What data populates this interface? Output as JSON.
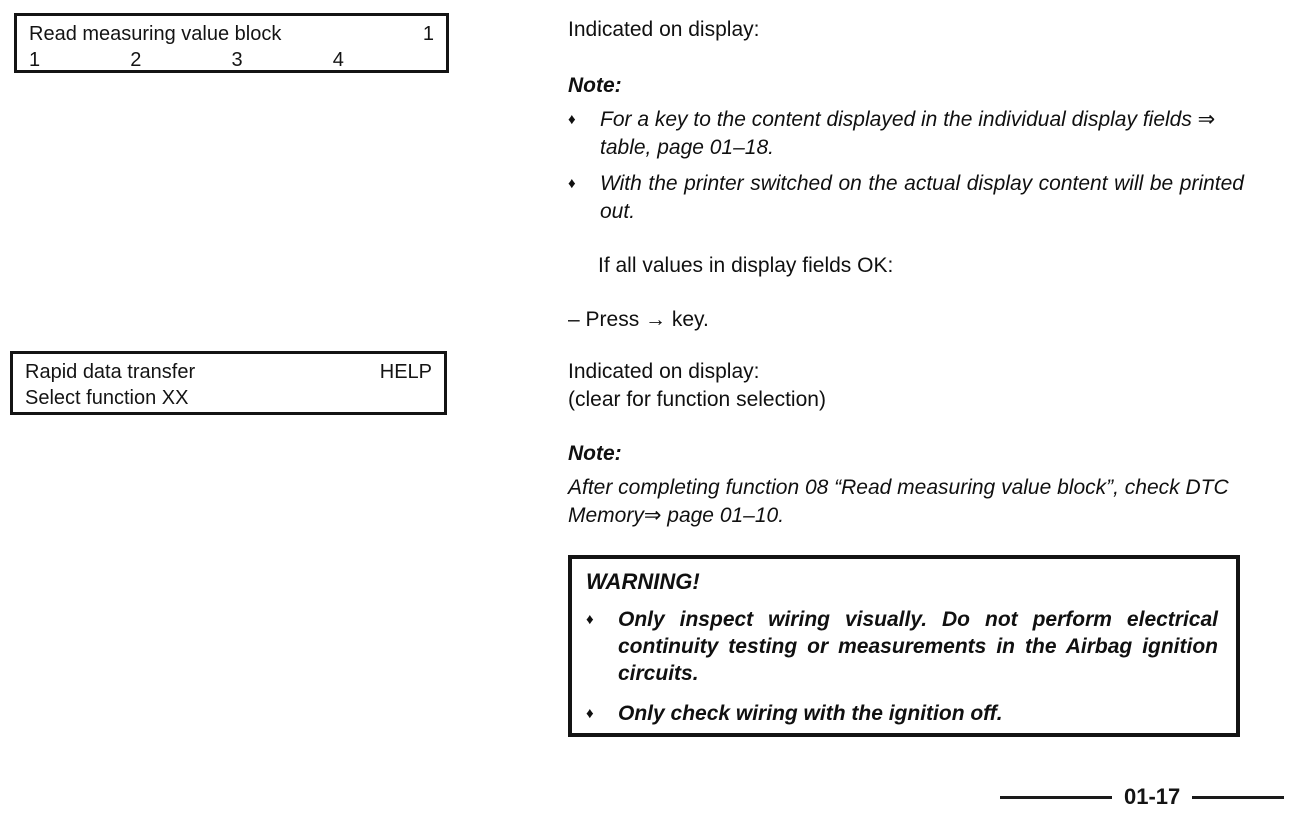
{
  "icons": {
    "bullet": "♦"
  },
  "box1": {
    "title": "Read measuring value block",
    "block_number": "1",
    "fields": [
      "1",
      "2",
      "3",
      "4"
    ]
  },
  "box2": {
    "title": "Rapid data transfer",
    "help": "HELP",
    "line2": "Select function XX"
  },
  "right": {
    "indicated1": "Indicated on display:",
    "note1_label": "Note:",
    "note1_bullets": [
      "For a key to the content displayed in the individual display fields ⇒ table, page 01–18.",
      "With the printer switched on the actual display content will be printed out."
    ],
    "if_ok": "If all values in display fields OK:",
    "press": "– Press → key.",
    "indicated2_line1": "Indicated on display:",
    "indicated2_line2": "(clear for function selection)",
    "note2_label": "Note:",
    "note2_text": "After completing function 08 “Read measuring value block”, check DTC Memory⇒ page 01–10.",
    "warning": {
      "title": "WARNING!",
      "bullets": [
        "Only inspect wiring visually. Do not perform electrical continuity testing or measurements in the Airbag ignition circuits.",
        "Only check wiring with the ignition off."
      ]
    }
  },
  "footer": {
    "page_number": "01-17"
  }
}
